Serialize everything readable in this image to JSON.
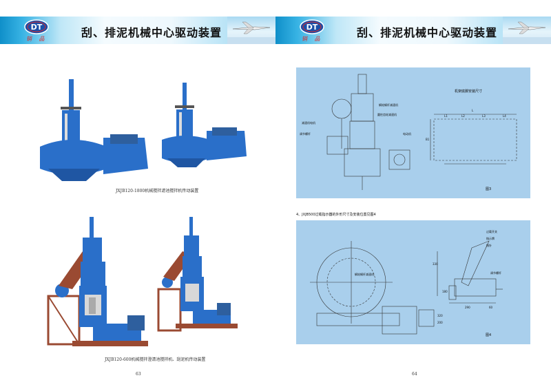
{
  "header": {
    "title": "刮、排泥机械中心驱动装置",
    "logo_text": "DT",
    "logo_subtext": "销 品"
  },
  "left_page": {
    "caption_top": "JXJB120-1800机械搅拌滤池搅拌机传动装置",
    "caption_bottom": "JXJB120-600机械搅拌澄清池搅拌机、刮泥机传动装置",
    "page_number": "63"
  },
  "right_page": {
    "figure3": {
      "label": "图3",
      "title": "机架底脚安装尺寸",
      "notes": [
        "蜗轮蜗杆减速机",
        "减速机电机",
        "圆柱齿轮减速机",
        "电动机",
        "调节螺杆"
      ],
      "dims": [
        "L",
        "L1",
        "L2",
        "L3",
        "L4",
        "B1"
      ]
    },
    "section_heading": "4、JXJB500过载指示器的外形尺寸及安装位置见图4",
    "figure4": {
      "label": "图4",
      "notes": [
        "蜗轮蜗杆减速机",
        "过载开关",
        "指示牌",
        "指针",
        "调节螺杆"
      ],
      "dims": [
        "330",
        "180",
        "290",
        "60",
        "320",
        "200"
      ]
    },
    "page_number": "64"
  },
  "colors": {
    "machine_blue": "#2a6fc9",
    "drawing_bg": "#a9cfec",
    "logo_red": "#d92a2a",
    "frame_brown": "#9a4a32"
  }
}
